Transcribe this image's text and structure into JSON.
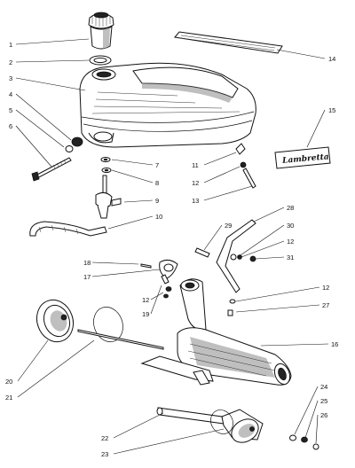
{
  "callouts": {
    "n1": "1",
    "n2": "2",
    "n3": "3",
    "n4": "4",
    "n5": "5",
    "n6": "6",
    "n7": "7",
    "n8": "8",
    "n9": "9",
    "n10": "10",
    "n11": "11",
    "n12a": "12",
    "n13": "13",
    "n14": "14",
    "n15": "15",
    "n16": "16",
    "n17": "17",
    "n18": "18",
    "n12b": "12",
    "n19": "19",
    "n20": "20",
    "n21": "21",
    "n22": "22",
    "n23": "23",
    "n24": "24",
    "n25": "25",
    "n26": "26",
    "n27": "27",
    "n12c": "12",
    "n28": "28",
    "n29": "29",
    "n30": "30",
    "n12d": "12",
    "n31": "31"
  },
  "badge": {
    "brand": "Lambretta"
  },
  "colors": {
    "ink": "#111111",
    "paper": "#ffffff"
  }
}
